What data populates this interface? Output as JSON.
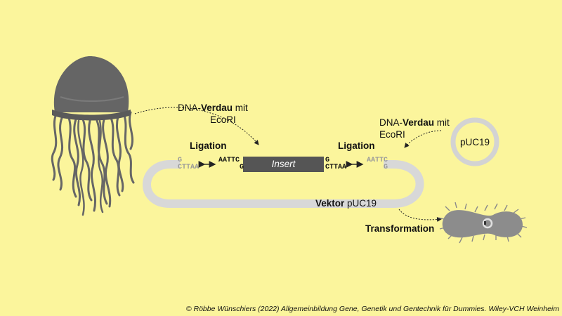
{
  "left_digest": {
    "prefix": "DNA-",
    "bold": "Verdau",
    "suffix": " mit",
    "line2": "EcoRI"
  },
  "right_digest": {
    "prefix": "DNA-",
    "bold": "Verdau",
    "suffix": " mit",
    "line2": "EcoRI"
  },
  "ligation_left": "Ligation",
  "ligation_right": "Ligation",
  "insert_label": "Insert",
  "plasmid_label": "pUC19",
  "vector": {
    "bold": "Vektor",
    "rest": " pUC19"
  },
  "transformation": "Transformation",
  "sticky_ends": {
    "vec_left_top": "G",
    "vec_left_bottom": "CTTAA",
    "ins_left_top": "AATTC",
    "ins_left_bottom": "G",
    "ins_right_top": "G",
    "ins_right_bottom": "CTTAA",
    "vec_right_top": "AATTC",
    "vec_right_bottom": "G"
  },
  "copyright": "© Röbbe Wünschiers (2022) Allgemeinbildung Gene, Genetik und Gentechnik für Dummies. Wiley-VCH Weinheim",
  "colors": {
    "background": "#fbf59c",
    "jellyfish": "#6b6b6b",
    "vector": "#d9d9d9",
    "insert": "#555555",
    "bacterium": "#8c8c8c"
  },
  "icons": [
    "jellyfish-icon",
    "plasmid-icon",
    "bacterium-icon"
  ]
}
